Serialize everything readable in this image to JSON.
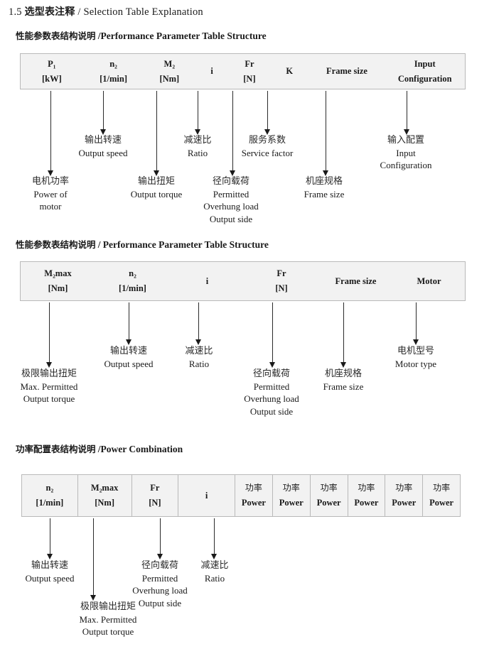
{
  "document": {
    "section_number": "1.5",
    "title_cn": "选型表注释",
    "title_separator": "/",
    "title_en": "Selection Table Explanation"
  },
  "sections": [
    {
      "heading_cn": "性能参数表结构说明",
      "heading_sep": "/",
      "heading_en": "Performance Parameter Table Structure",
      "table": {
        "divided": false,
        "columns": [
          {
            "line1": "P₁",
            "line2": "[kW]"
          },
          {
            "line1": "n₂",
            "line2": "[1/min]"
          },
          {
            "line1": "M₂",
            "line2": "[Nm]"
          },
          {
            "line1": "i",
            "line2": ""
          },
          {
            "line1": "Fr",
            "line2": "[N]"
          },
          {
            "line1": "K",
            "line2": ""
          },
          {
            "line1": "Frame size",
            "line2": ""
          },
          {
            "line1": "Input",
            "line2": "Configuration"
          }
        ]
      },
      "notes": [
        {
          "cn": "电机功率",
          "en": [
            "Power of",
            "motor"
          ]
        },
        {
          "cn": "输出转速",
          "en": [
            "Output speed"
          ]
        },
        {
          "cn": "输出扭矩",
          "en": [
            "Output torque"
          ]
        },
        {
          "cn": "减速比",
          "en": [
            "Ratio"
          ]
        },
        {
          "cn": "径向载荷",
          "en": [
            "Permitted",
            "Overhung load",
            "Output side"
          ]
        },
        {
          "cn": "服务系数",
          "en": [
            "Service factor"
          ]
        },
        {
          "cn": "机座规格",
          "en": [
            "Frame size"
          ]
        },
        {
          "cn": "输入配置",
          "en": [
            "Input",
            "Configuration"
          ]
        }
      ]
    },
    {
      "heading_cn": "性能参数表结构说明",
      "heading_sep": "/",
      "heading_en": "Performance Parameter Table Structure",
      "table": {
        "divided": false,
        "columns": [
          {
            "line1": "M₂max",
            "line2": "[Nm]"
          },
          {
            "line1": "n₂",
            "line2": "[1/min]"
          },
          {
            "line1": "i",
            "line2": ""
          },
          {
            "line1": "Fr",
            "line2": "[N]"
          },
          {
            "line1": "Frame size",
            "line2": ""
          },
          {
            "line1": "Motor",
            "line2": ""
          }
        ]
      },
      "notes": [
        {
          "cn": "极限输出扭矩",
          "en": [
            "Max. Permitted",
            "Output  torque"
          ]
        },
        {
          "cn": "输出转速",
          "en": [
            "Output speed"
          ]
        },
        {
          "cn": "减速比",
          "en": [
            "Ratio"
          ]
        },
        {
          "cn": "径向载荷",
          "en": [
            "Permitted",
            "Overhung load",
            "Output side"
          ]
        },
        {
          "cn": "机座规格",
          "en": [
            "Frame size"
          ]
        },
        {
          "cn": "电机型号",
          "en": [
            "Motor type"
          ]
        }
      ]
    },
    {
      "heading_cn": "功率配置表结构说明",
      "heading_sep": "/",
      "heading_en": "Power Combination",
      "table": {
        "divided": true,
        "columns": [
          {
            "line1": "n₂",
            "line2": "[1/min]"
          },
          {
            "line1": "M₂max",
            "line2": "[Nm]"
          },
          {
            "line1": "Fr",
            "line2": "[N]"
          },
          {
            "line1": "i",
            "line2": ""
          },
          {
            "line1": "功率",
            "line2": "Power"
          },
          {
            "line1": "功率",
            "line2": "Power"
          },
          {
            "line1": "功率",
            "line2": "Power"
          },
          {
            "line1": "功率",
            "line2": "Power"
          },
          {
            "line1": "功率",
            "line2": "Power"
          },
          {
            "line1": "功率",
            "line2": "Power"
          }
        ]
      },
      "notes": [
        {
          "cn": "输出转速",
          "en": [
            "Output speed"
          ]
        },
        {
          "cn": "极限输出扭矩",
          "en": [
            "Max. Permitted",
            "Output  torque"
          ]
        },
        {
          "cn": "径向载荷",
          "en": [
            "Permitted",
            "Overhung load",
            "Output side"
          ]
        },
        {
          "cn": "减速比",
          "en": [
            "Ratio"
          ]
        }
      ]
    }
  ],
  "colors": {
    "table_fill": "#f2f2f2",
    "table_border": "#b9b9b9",
    "arrow": "#1a1a1a",
    "text": "#1a1a1a"
  }
}
